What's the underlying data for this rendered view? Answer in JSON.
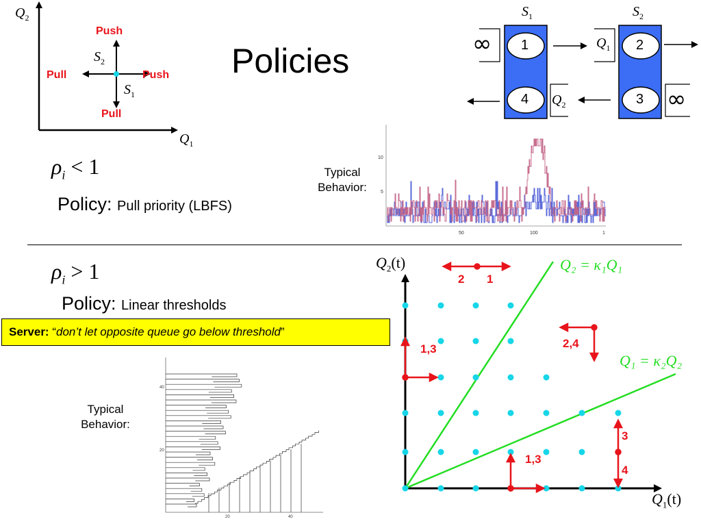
{
  "slide": {
    "title": "Policies"
  },
  "push_pull_diagram": {
    "axis_y": "Q",
    "axis_y_sub": "2",
    "axis_x": "Q",
    "axis_x_sub": "1",
    "up_label": "Push",
    "down_label": "Pull",
    "left_label": "Pull",
    "right_label": "Push",
    "s2_label": "S",
    "s2_sub": "2",
    "s1_label": "S",
    "s1_sub": "1"
  },
  "network": {
    "server1_label": "S",
    "server1_sub": "1",
    "server2_label": "S",
    "server2_sub": "2",
    "buffer1": "1",
    "buffer2": "2",
    "buffer3": "3",
    "buffer4": "4",
    "q1_label": "Q",
    "q1_sub": "1",
    "q2_label": "Q",
    "q2_sub": "2",
    "inf": "∞",
    "server_color": "#3b6df5"
  },
  "section1": {
    "condition_rho": "ρ",
    "condition_sub": "i",
    "condition_rel": "< 1",
    "policy_word": "Policy:",
    "policy_desc": "Pull priority (LBFS)",
    "typical_line1": "Typical",
    "typical_line2": "Behavior:"
  },
  "section1_plot": {
    "x_ticks": [
      "50",
      "100",
      "1"
    ],
    "y_ticks": [
      "5",
      "10"
    ]
  },
  "section2": {
    "condition_rho": "ρ",
    "condition_sub": "i",
    "condition_rel": "> 1",
    "policy_word": "Policy:",
    "policy_desc": "Linear thresholds",
    "server_label": "Server:",
    "server_quote_open": "“",
    "server_quote": "don’t let opposite queue go below  threshold",
    "server_quote_close": "”",
    "typical_line1": "Typical",
    "typical_line2": "Behavior:"
  },
  "section2_plot": {
    "x_ticks": [
      "20",
      "40"
    ],
    "y_ticks": [
      "20",
      "40"
    ]
  },
  "threshold_diagram": {
    "y_axis": "Q",
    "y_axis_sub": "2",
    "y_axis_arg": "(t)",
    "x_axis": "Q",
    "x_axis_sub": "1",
    "x_axis_arg": "(t)",
    "line1_label": "Q₂ = κ₁Q₁",
    "line2_label": "Q₁ = κ₂Q₂",
    "arrow_2": "2",
    "arrow_1": "1",
    "label_13_left": "1,3",
    "label_24": "2,4",
    "label_3": "3",
    "label_4": "4",
    "label_13_bottom": "1,3",
    "point_color": "#16d6e8",
    "line_color": "#22dd22",
    "arrow_color": "#e8141b"
  }
}
